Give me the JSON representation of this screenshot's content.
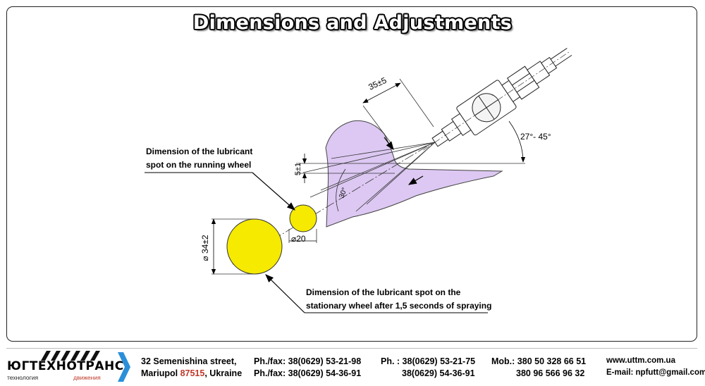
{
  "title": "Dimensions and Adjustments",
  "callouts": {
    "running_line1": "Dimension of the lubricant",
    "running_line2": "spot  on the running wheel",
    "stationary_line1": "Dimension of the lubricant spot on the",
    "stationary_line2": "stationary wheel after 1,5 seconds of spraying"
  },
  "dimensions": {
    "distance": "35±5",
    "angle_range": "27°- 45°",
    "offset": "5±1",
    "spray_angle": "30°",
    "small_spot": "⌀20",
    "large_spot": "⌀ 34±2"
  },
  "colors": {
    "rail": "#dcc8f2",
    "spot": "#f5ea00",
    "brand_arrow": "#2b8fd8",
    "brand_red": "#c0392b"
  },
  "footer": {
    "company": "ЮГТЕХНОТРАНС",
    "tagline_left": "технология",
    "tagline_right": "движения",
    "address_line1": "32 Semenishina street,",
    "address_city": "Mariupol",
    "address_zip": "87515",
    "address_country": ", Ukraine",
    "phfax1": "Ph./fax: 38(0629) 53-21-98",
    "phfax2": "Ph./fax: 38(0629) 54-36-91",
    "ph1": "Ph. : 38(0629) 53-21-75",
    "ph2": "38(0629) 54-36-91",
    "mob1": "Mob.: 380 50 328 66 51",
    "mob2": "380 96 566 96 32",
    "web": "www.uttm.com.ua",
    "email": "E-mail: npfutt@gmail.com"
  }
}
